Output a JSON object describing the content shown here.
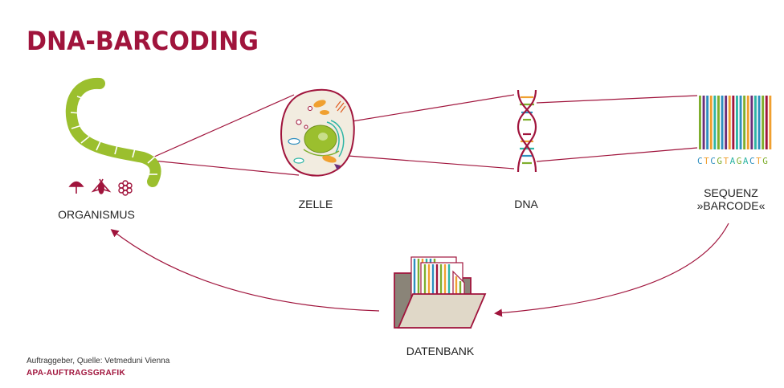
{
  "title": "DNA-BARCODING",
  "labels": {
    "organism": "ORGANISMUS",
    "cell": "ZELLE",
    "dna": "DNA",
    "sequence_line1": "SEQUENZ",
    "sequence_line2": "»BARCODE«",
    "database": "DATENBANK"
  },
  "sequence": [
    "C",
    "T",
    "C",
    "G",
    "T",
    "A",
    "G",
    "A",
    "C",
    "T",
    "G"
  ],
  "footer": {
    "credit": "Auftraggeber, Quelle: Vetmeduni Vienna",
    "agency": "APA-AUFTRAGSGRAFIK"
  },
  "icons": [
    "mushroom-icon",
    "bee-icon",
    "flower-icon"
  ],
  "colors": {
    "accent": "#a0143c",
    "worm": "#9bbf2e",
    "cell_fill": "#f2ece0",
    "nucleus": "#9bbf2e",
    "green": "#7fae2e",
    "blue": "#2f8fbf",
    "orange": "#f0a030",
    "purple": "#6a2f7a",
    "teal": "#2fb5a5",
    "folder": "#e0d8c8"
  },
  "nucleotide_colors": {
    "C": "#2f8fbf",
    "T": "#f0a030",
    "G": "#7fae2e",
    "A": "#2fb5a5"
  }
}
